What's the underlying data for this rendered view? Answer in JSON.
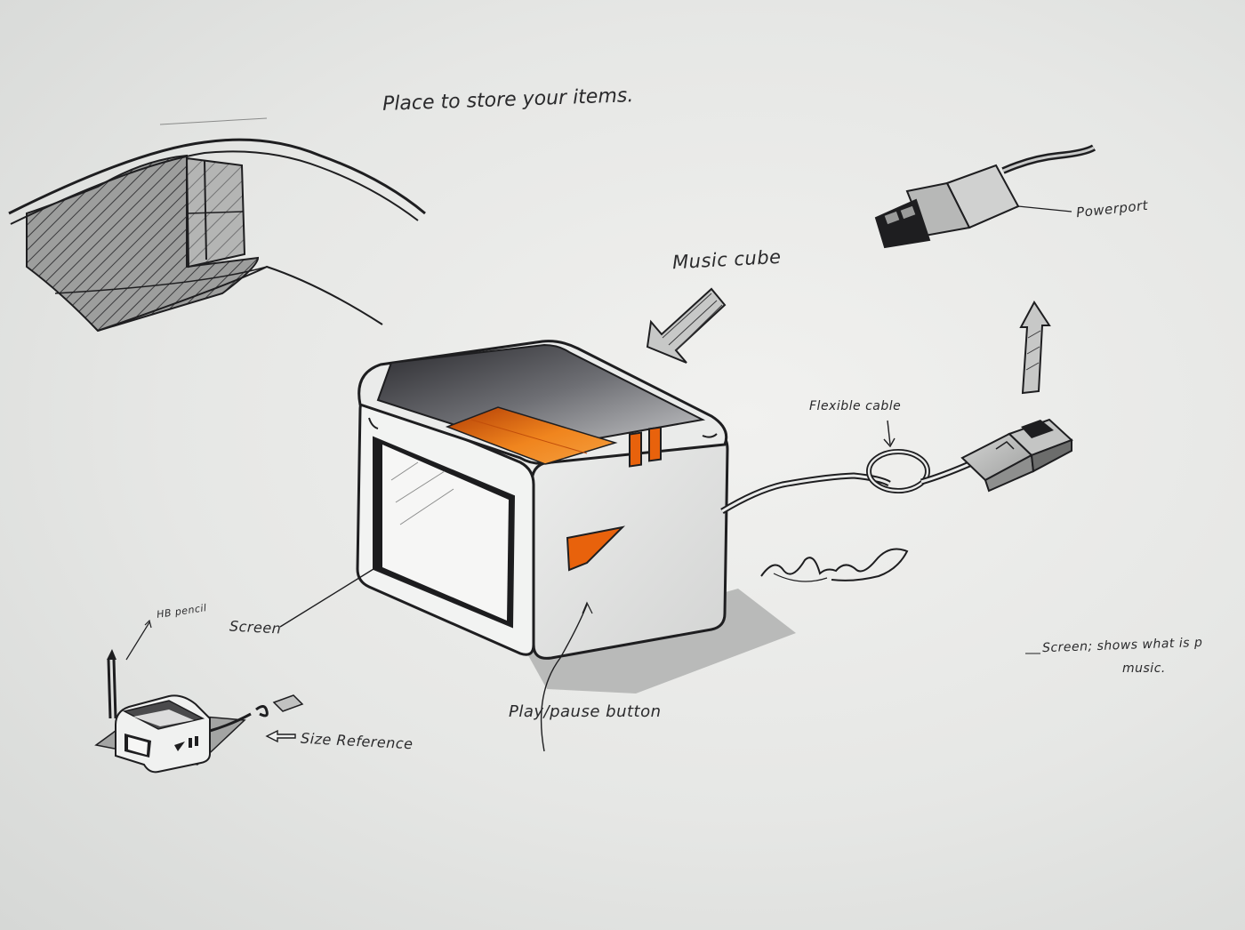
{
  "annotations": {
    "title": "Place to store your items.",
    "music_cube": "Music cube",
    "power_port": "Powerport",
    "flexible_cable": "Flexible cable",
    "screen": "Screen",
    "pencil": "HB pencil",
    "play_pause": "Play/pause button",
    "size_reference": "Size Reference",
    "screen_note_line1": "Screen; shows what is p",
    "screen_note_line2": "music."
  },
  "signature": "signature",
  "colors": {
    "paper": "#eceeec",
    "ink": "#1e1e20",
    "accent_orange": "#e8620c",
    "pencil_shade": "#a9aaa9"
  }
}
